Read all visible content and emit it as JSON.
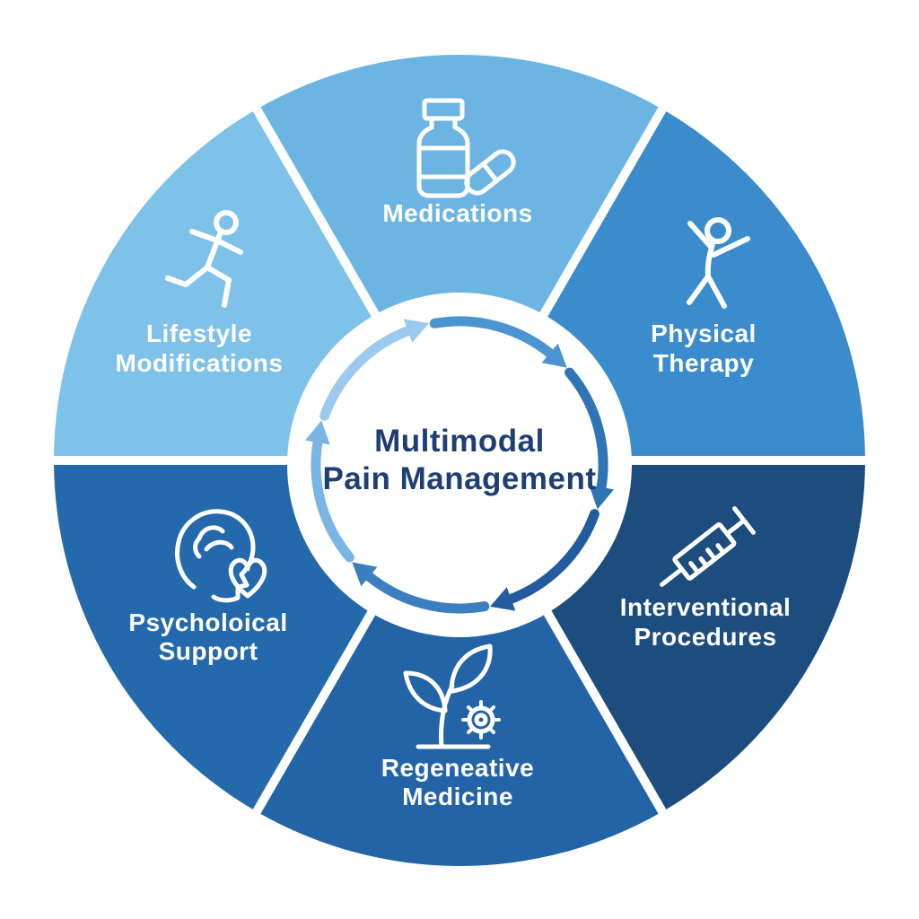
{
  "diagram_title": "Multimodal Pain Management",
  "center": {
    "line1": "Multimodal",
    "line2": "Pain Management",
    "text_color": "#1e3f72",
    "circle_color": "#ffffff",
    "arrow_colors": [
      "#9cc9ee",
      "#4a94d2",
      "#2f74b5",
      "#235c9e",
      "#3b7fc0",
      "#79b5e5"
    ]
  },
  "label_text_color": "#ffffff",
  "segments": [
    {
      "id": "medications",
      "label_lines": [
        "Medications"
      ],
      "color": "#6cb5e3",
      "icon": "pill-bottle-capsule-icon"
    },
    {
      "id": "physical-therapy",
      "label_lines": [
        "Physical",
        "Therapy"
      ],
      "color": "#3a8ccd",
      "icon": "stretching-person-icon"
    },
    {
      "id": "interventional-procedures",
      "label_lines": [
        "Interventional",
        "Procedures"
      ],
      "color": "#1d4d7e",
      "icon": "syringe-icon"
    },
    {
      "id": "regenerative-medicine",
      "label_lines": [
        "Regeneative",
        "Medicine"
      ],
      "color": "#2264a6",
      "icon": "plant-gear-icon"
    },
    {
      "id": "psychological-support",
      "label_lines": [
        "Psycholoical",
        "Support"
      ],
      "color": "#2569ad",
      "icon": "head-brain-heart-icon"
    },
    {
      "id": "lifestyle-modifications",
      "label_lines": [
        "Lifestyle",
        "Modifications"
      ],
      "color": "#7ec1e9",
      "icon": "running-person-icon"
    }
  ]
}
